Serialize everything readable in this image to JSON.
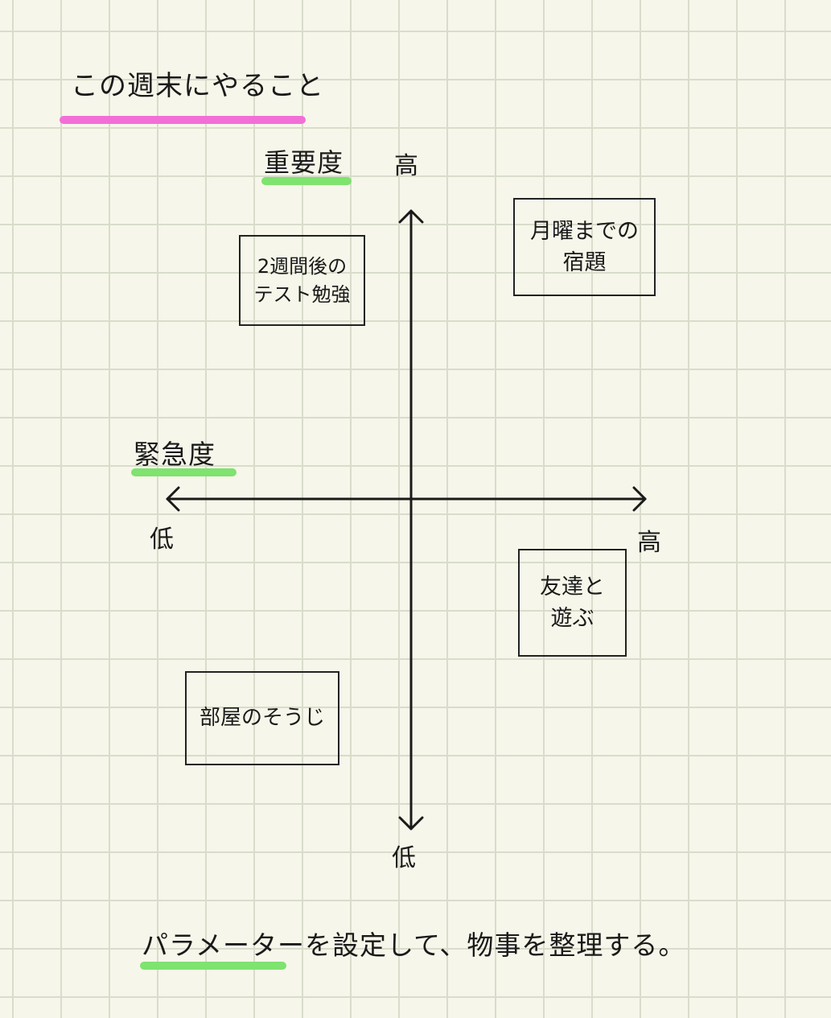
{
  "title": "この週末にやること",
  "axes": {
    "vertical": {
      "label": "重要度",
      "high": "高",
      "low": "低"
    },
    "horizontal": {
      "label": "緊急度",
      "high": "高",
      "low": "低"
    }
  },
  "tasks": [
    {
      "line1": "月曜までの",
      "line2": "宿題"
    },
    {
      "line1": "2週間後の",
      "line2": "テスト勉強"
    },
    {
      "line1": "友達と",
      "line2": "遊ぶ"
    },
    {
      "line1": "部屋のそうじ",
      "line2": ""
    }
  ],
  "footer": "パラメーターを設定して、物事を整理する。",
  "colors": {
    "title_highlight": "#f26fd8",
    "label_highlight": "#7ee36f",
    "ink": "#1a1a1a"
  }
}
